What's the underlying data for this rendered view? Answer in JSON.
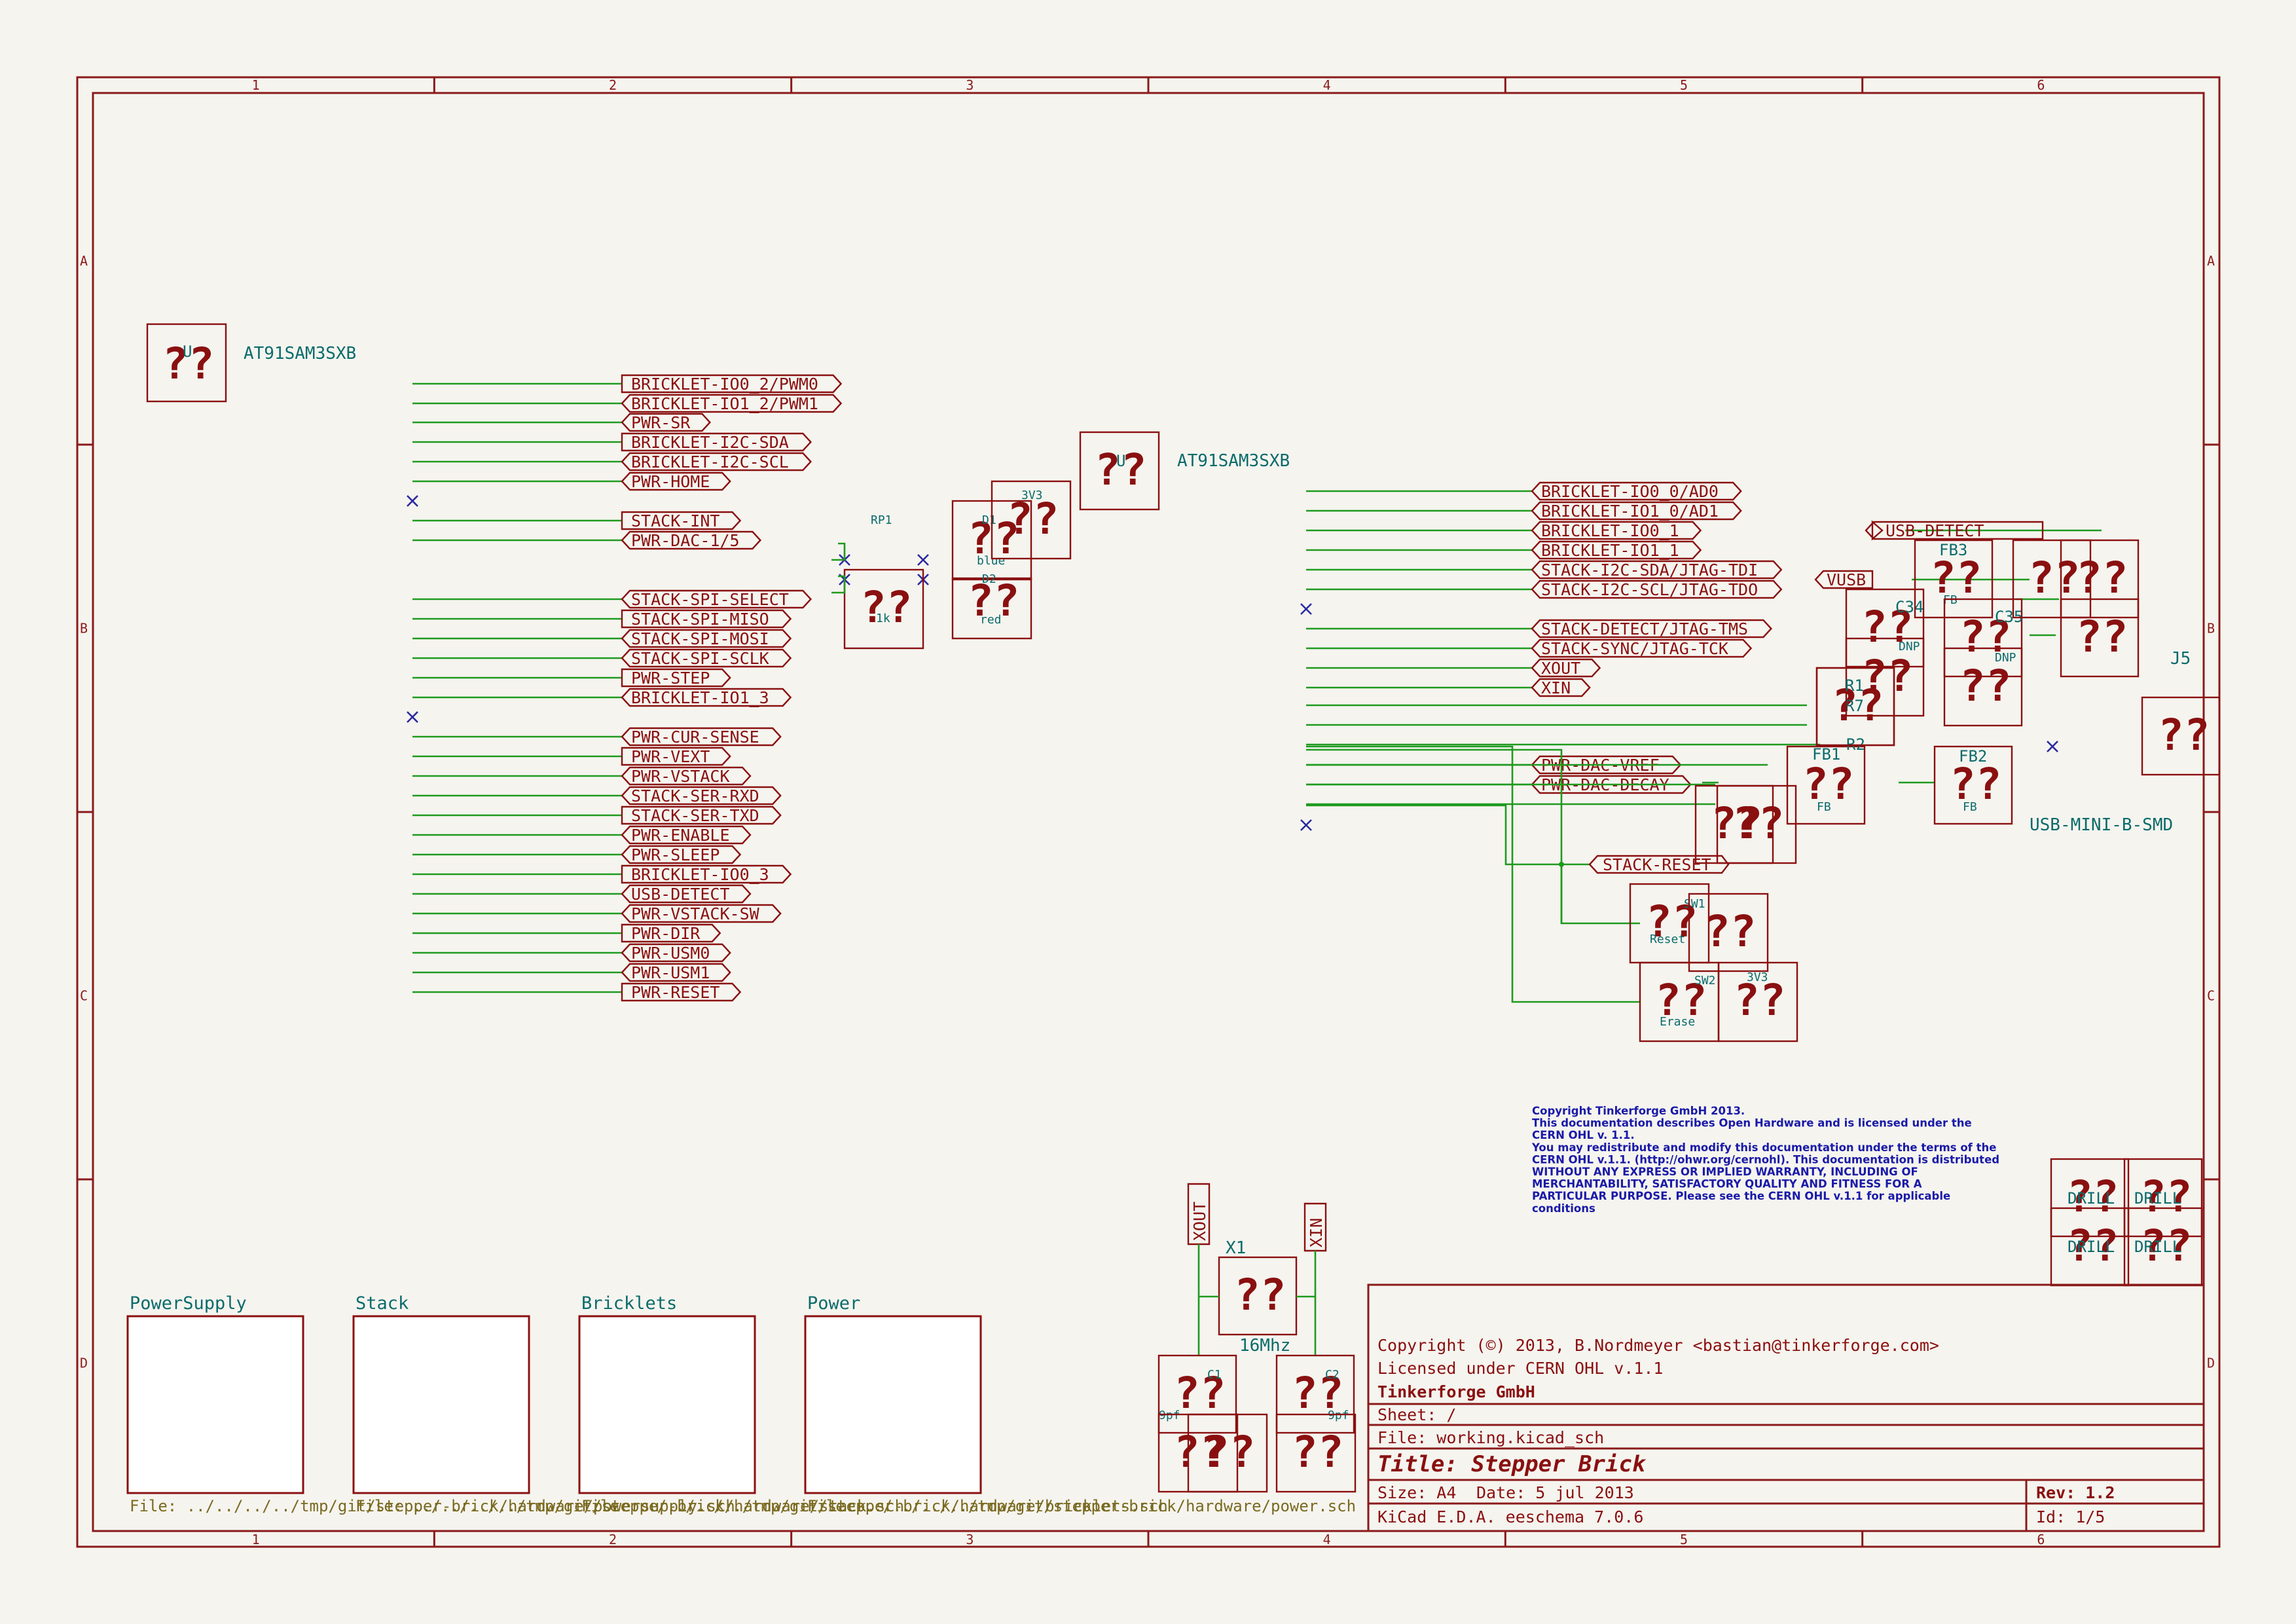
{
  "title_block": {
    "copyright": "Copyright (©) 2013, B.Nordmeyer <bastian@tinkerforge.com>",
    "license": "Licensed under CERN OHL v.1.1",
    "company": "Tinkerforge GmbH",
    "sheet": "Sheet: /",
    "file": "File: working.kicad_sch",
    "title": "Title: Stepper Brick",
    "size": "Size: A4",
    "date": "Date: 5 jul 2013",
    "rev": "Rev: 1.2",
    "tool": "KiCad E.D.A.  eeschema 7.0.6",
    "id": "Id: 1/5"
  },
  "border": {
    "col_labels": [
      "1",
      "2",
      "3",
      "4",
      "5",
      "6"
    ],
    "row_labels": [
      "A",
      "B",
      "C",
      "D"
    ]
  },
  "notes": {
    "copyright_lines": [
      "Copyright Tinkerforge GmbH 2013.",
      "This documentation describes Open Hardware and is licensed under the",
      "CERN OHL v. 1.1.",
      "You may redistribute and modify this documentation under the terms of the",
      "CERN OHL v.1.1. (http://ohwr.org/cernohl). This documentation is distributed",
      "WITHOUT ANY EXPRESS OR IMPLIED WARRANTY, INCLUDING OF",
      "MERCHANTABILITY, SATISFACTORY QUALITY AND FITNESS FOR A",
      "PARTICULAR PURPOSE. Please see the CERN OHL v.1.1 for applicable",
      "conditions"
    ]
  },
  "unknown_symbol": "??",
  "components": {
    "u_left_value": "AT91SAM3SXB",
    "u_left_ref": "U",
    "u_mid_value": "AT91SAM3SXB",
    "u_mid_ref": "U",
    "j5_ref": "J5",
    "j5_value": "USB-MINI-B-SMD",
    "x1_ref": "X1",
    "x1_value": "16Mhz",
    "rp1_ref": "RP1",
    "rp1_value": "1k",
    "d1_ref": "D1",
    "d1_value": "blue",
    "d2_ref": "D2",
    "d2_value": "red",
    "v3v3": "3V3",
    "c1_ref": "C1",
    "c2_ref": "C2",
    "c1_value": "9pf",
    "c2_value": "9pf",
    "sw1_ref": "SW1",
    "sw1_value": "Reset",
    "sw2_ref": "SW2",
    "sw2_value": "Erase",
    "fb1": "FB1",
    "fb2": "FB2",
    "fb3": "FB3",
    "fb": "FB",
    "c34": "C34",
    "c35": "C35",
    "dnp": "DNP",
    "r1": "R1",
    "r2": "R2",
    "r7": "R7",
    "drill": "DRILL"
  },
  "labels_left": [
    "BRICKLET-IO0_2/PWM0",
    "BRICKLET-IO1_2/PWM1",
    "PWR-SR",
    "BRICKLET-I2C-SDA",
    "BRICKLET-I2C-SCL",
    "PWR-HOME",
    "STACK-INT",
    "PWR-DAC-1/5",
    "STACK-SPI-SELECT",
    "STACK-SPI-MISO",
    "STACK-SPI-MOSI",
    "STACK-SPI-SCLK",
    "PWR-STEP",
    "BRICKLET-IO1_3",
    "PWR-CUR-SENSE",
    "PWR-VEXT",
    "PWR-VSTACK",
    "STACK-SER-RXD",
    "STACK-SER-TXD",
    "PWR-ENABLE",
    "PWR-SLEEP",
    "BRICKLET-IO0_3",
    "USB-DETECT",
    "PWR-VSTACK-SW",
    "PWR-DIR",
    "PWR-USM0",
    "PWR-USM1",
    "PWR-RESET"
  ],
  "labels_right": [
    "BRICKLET-IO0_0/AD0",
    "BRICKLET-IO1_0/AD1",
    "BRICKLET-IO0_1",
    "BRICKLET-IO1_1",
    "STACK-I2C-SDA/JTAG-TDI",
    "STACK-I2C-SCL/JTAG-TDO",
    "STACK-DETECT/JTAG-TMS",
    "STACK-SYNC/JTAG-TCK",
    "XOUT",
    "XIN",
    "PWR-DAC-VREF",
    "PWR-DAC-DECAY"
  ],
  "labels_misc": {
    "usb_detect": "USB-DETECT",
    "vusb": "VUSB",
    "stack_reset": "STACK-RESET",
    "xout": "XOUT",
    "xin": "XIN"
  },
  "sheets": [
    {
      "name": "PowerSupply",
      "file": "File: ../../../../tmp/git/stepper-brick/hardware/powersupply.sch"
    },
    {
      "name": "Stack",
      "file": "File: ../../../../tmp/git/stepper-brick/hardware/stack.sch"
    },
    {
      "name": "Bricklets",
      "file": "File: ../../../../tmp/git/stepper-brick/hardware/bricklets.sch"
    },
    {
      "name": "Power",
      "file": "File: ../../../../tmp/git/stepper-brick/hardware/power.sch"
    }
  ]
}
